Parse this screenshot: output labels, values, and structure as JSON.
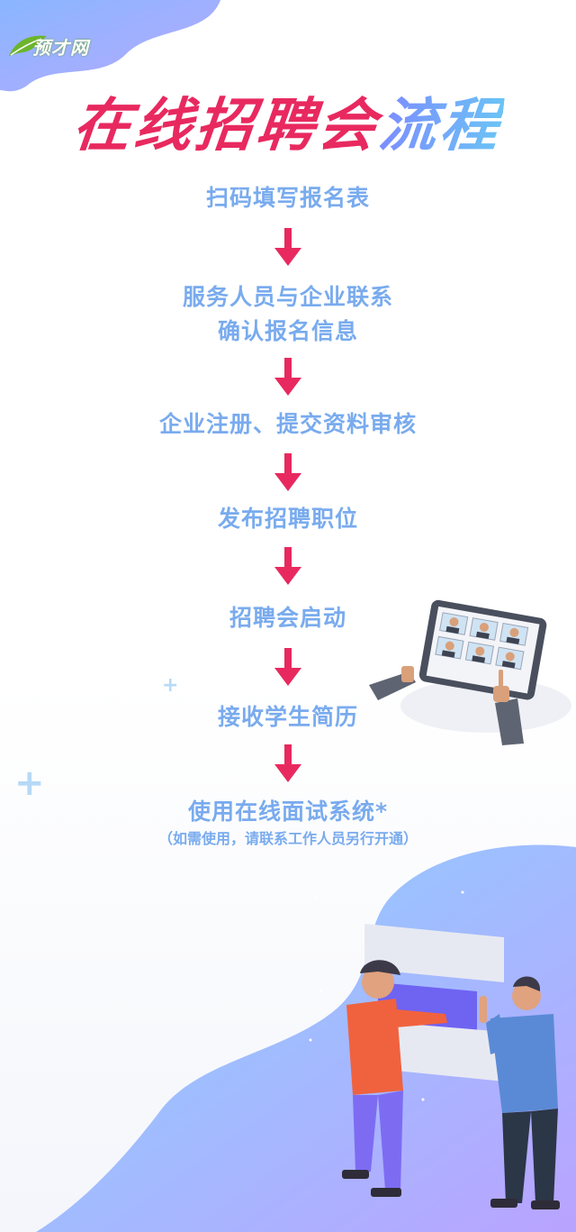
{
  "brand": {
    "logo_text": "预才网",
    "logo_color": "#6cb52d"
  },
  "header": {
    "title_part1": "在线招聘会",
    "title_part2": "流程"
  },
  "steps": [
    {
      "text": "扫码填写报名表"
    },
    {
      "text": "服务人员与企业联系",
      "text2": "确认报名信息"
    },
    {
      "text": "企业注册、提交资料审核"
    },
    {
      "text": "发布招聘职位"
    },
    {
      "text": "招聘会启动"
    },
    {
      "text": "接收学生简历"
    },
    {
      "text": "使用在线面试系统*",
      "note": "（如需使用，请联系工作人员另行开通）"
    }
  ],
  "colors": {
    "accent_pink": "#e8295f",
    "step_blue": "#79abee",
    "gradient_start": "#7c8cff",
    "gradient_end": "#6bc3f5"
  },
  "icons": [
    "leaf-logo-icon",
    "down-arrow-icon",
    "plus-icon",
    "tablet-video-call-illustration",
    "team-presentation-illustration"
  ]
}
